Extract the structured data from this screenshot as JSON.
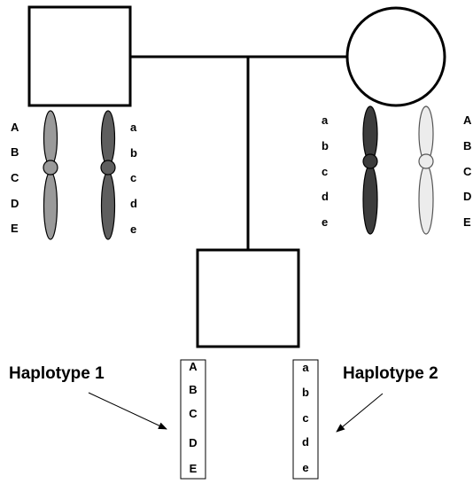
{
  "father": {
    "left_chromosome": {
      "labels": [
        "A",
        "B",
        "C",
        "D",
        "E"
      ],
      "color": "#9a9a9a"
    },
    "right_chromosome": {
      "labels": [
        "a",
        "b",
        "c",
        "d",
        "e"
      ],
      "color": "#5e5e5e"
    }
  },
  "mother": {
    "left_chromosome": {
      "labels": [
        "a",
        "b",
        "c",
        "d",
        "e"
      ],
      "color": "#3c3c3c"
    },
    "right_chromosome": {
      "labels": [
        "A",
        "B",
        "C",
        "D",
        "E"
      ],
      "color": "#ececec"
    }
  },
  "haplotype1": {
    "title": "Haplotype 1",
    "alleles": [
      "A",
      "B",
      "C",
      "D",
      "E"
    ]
  },
  "haplotype2": {
    "title": "Haplotype 2",
    "alleles": [
      "a",
      "b",
      "c",
      "d",
      "e"
    ]
  }
}
